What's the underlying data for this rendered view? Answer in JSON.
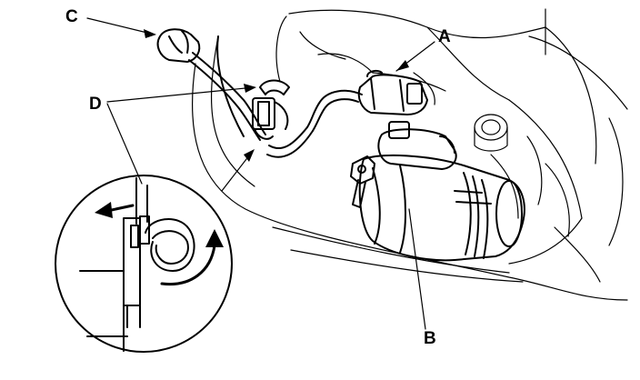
{
  "figure": {
    "callouts": {
      "a": "A",
      "b": "B",
      "c": "C",
      "d": "D"
    },
    "parts": [
      {
        "callout": "A",
        "icon": "connector-icon"
      },
      {
        "callout": "B",
        "icon": "starter-motor-icon"
      },
      {
        "callout": "C",
        "icon": "terminal-cap-icon"
      },
      {
        "callout": "D",
        "icon": "harness-clip-icon"
      }
    ],
    "detail_view": {
      "arrows": [
        "release-arrow-icon",
        "rotate-arrow-icon"
      ]
    },
    "colors": {
      "ink": "#000000",
      "paper": "#ffffff"
    }
  }
}
